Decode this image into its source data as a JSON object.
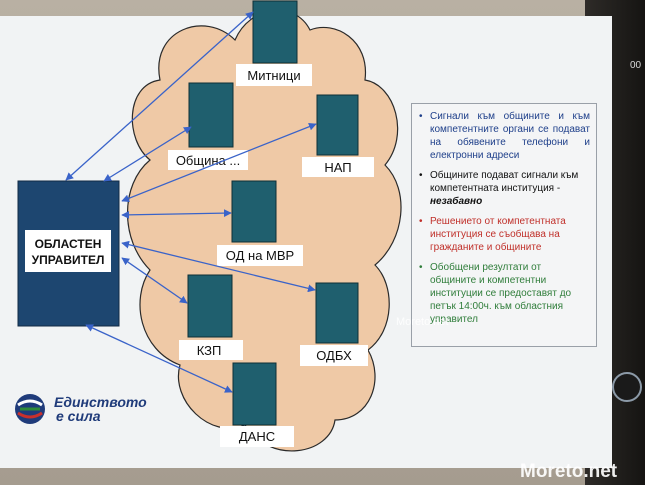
{
  "diagram": {
    "left_box": "ОБЛАСТЕН\nУПРАВИТЕЛ",
    "left_box_line1": "ОБЛАСТЕН",
    "left_box_line2": "УПРАВИТЕЛ",
    "nodes": [
      "Митници",
      "Община ...",
      "НАП",
      "ОД на МВР",
      "КЗП",
      "ОДБХ",
      "ДАНС"
    ]
  },
  "textbox": {
    "bullet1": "Сигнали към общините и към компетентните органи се подават на обявените телефони и електронни адреси",
    "bullet2_main": "Общините подават сигнали към компетентната институция - ",
    "bullet2_emph": "незабавно",
    "bullet3": "Решението от компетентната институция се съобщава на гражданите и общините",
    "bullet4": "Обобщени резултати от общините и компетентни институции се предоставят до петък 14:00ч. към областния управител"
  },
  "logo": {
    "line1": "Единството",
    "line2": "е сила"
  },
  "watermarks": {
    "inline": "Moreto.net",
    "corner": "Moreto.net"
  },
  "corner_text": "00",
  "colors": {
    "cloud": "#efc9a6",
    "cloud_edge": "#2a2a2a",
    "box": "#1d4670",
    "node": "#1f5f6e",
    "arrow": "#3a63c9"
  }
}
